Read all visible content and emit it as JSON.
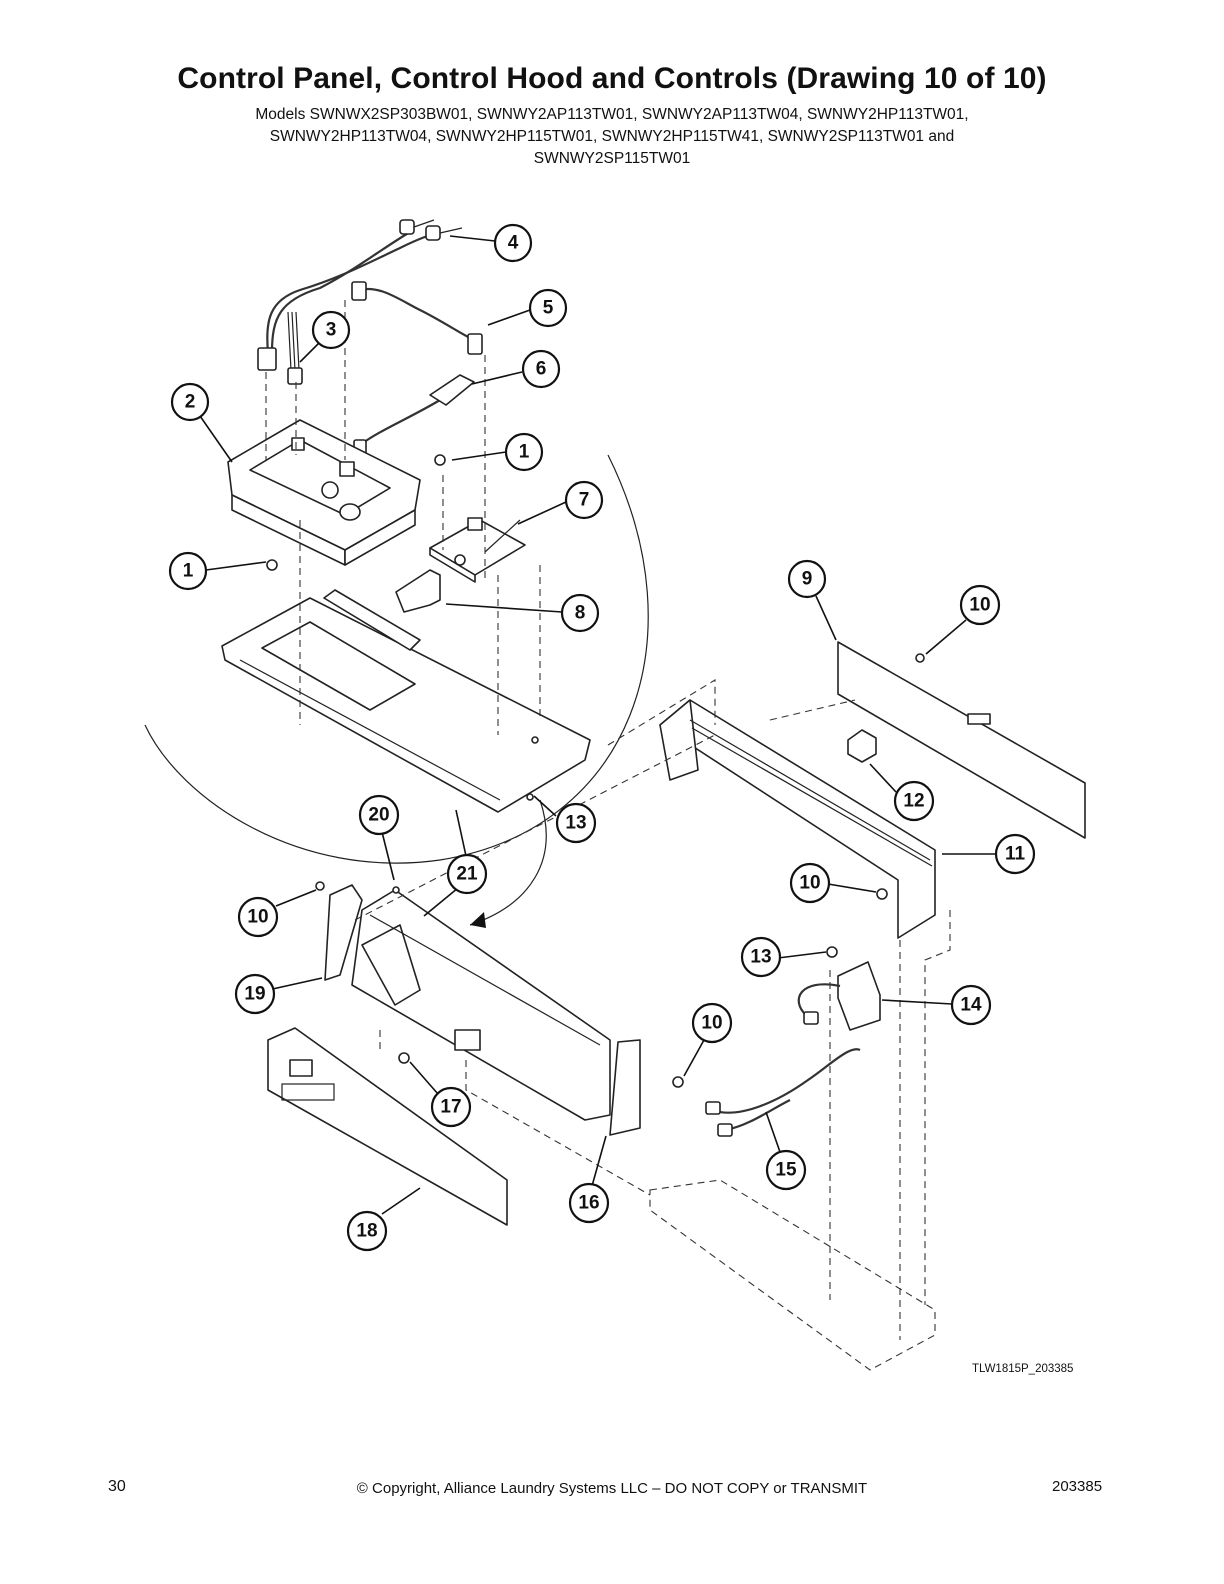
{
  "header": {
    "title": "Control Panel, Control Hood and Controls (Drawing 10 of 10)",
    "models_lines": [
      "Models SWNWX2SP303BW01, SWNWY2AP113TW01, SWNWY2AP113TW04, SWNWY2HP113TW01,",
      "SWNWY2HP113TW04, SWNWY2HP115TW01, SWNWY2HP115TW41, SWNWY2SP113TW01 and",
      "SWNWY2SP115TW01"
    ]
  },
  "callouts": {
    "c4": "4",
    "c5": "5",
    "c3": "3",
    "c6": "6",
    "c2": "2",
    "c1a": "1",
    "c7": "7",
    "c1b": "1",
    "c8": "8",
    "c9": "9",
    "c10a": "10",
    "c12": "12",
    "c11": "11",
    "c13a": "13",
    "c20": "20",
    "c21": "21",
    "c10b": "10",
    "c10c": "10",
    "c19": "19",
    "c13b": "13",
    "c14": "14",
    "c10d": "10",
    "c17": "17",
    "c15": "15",
    "c16": "16",
    "c18": "18"
  },
  "drawing_code": "TLW1815P_203385",
  "footer": {
    "page_number": "30",
    "copyright": "© Copyright, Alliance Laundry Systems LLC – DO NOT COPY or TRANSMIT",
    "doc_number": "203385"
  }
}
